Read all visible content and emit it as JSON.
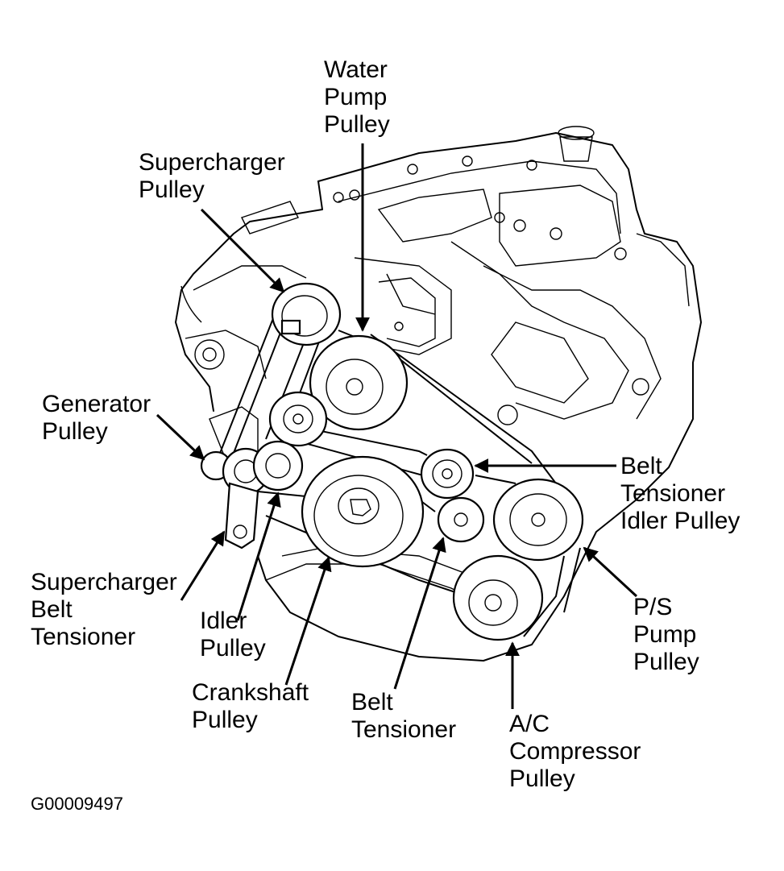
{
  "labels": {
    "water_pump_pulley": [
      "Water",
      "Pump",
      "Pulley"
    ],
    "supercharger_pulley": [
      "Supercharger",
      "Pulley"
    ],
    "generator_pulley": [
      "Generator",
      "Pulley"
    ],
    "belt_tensioner_idler_pulley": [
      "Belt",
      "Tensioner",
      "Idler Pulley"
    ],
    "supercharger_belt_tensioner": [
      "Supercharger",
      "Belt",
      "Tensioner"
    ],
    "idler_pulley": [
      "Idler",
      "Pulley"
    ],
    "crankshaft_pulley": [
      "Crankshaft",
      "Pulley"
    ],
    "belt_tensioner": [
      "Belt",
      "Tensioner"
    ],
    "ps_pump_pulley": [
      "P/S",
      "Pump",
      "Pulley"
    ],
    "ac_compressor_pulley": [
      "A/C",
      "Compressor",
      "Pulley"
    ]
  },
  "figure_id": "G00009497"
}
